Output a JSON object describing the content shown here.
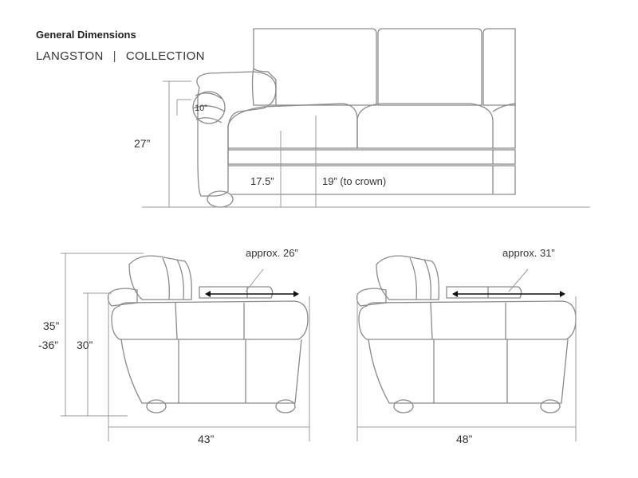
{
  "header": {
    "title": "General Dimensions",
    "brand": "LANGSTON",
    "separator": "|",
    "collection": "COLLECTION"
  },
  "front_view": {
    "height_label": "27”",
    "arm_diameter_label": "10”",
    "seat_height_label": "17.5”",
    "crown_height_label": "19” (to crown)"
  },
  "side_view_small": {
    "back_height_label_line1": "35”",
    "back_height_label_line2": "-36”",
    "arm_height_label": "30”",
    "depth_label": "43”",
    "seat_depth_label": "approx. 26”"
  },
  "side_view_large": {
    "depth_label": "48”",
    "seat_depth_label": "approx. 31”"
  },
  "colors": {
    "sofa_line": "#8a8a8a",
    "dim_line": "#9a9a9a",
    "arrow": "#111111",
    "text": "#333333"
  }
}
